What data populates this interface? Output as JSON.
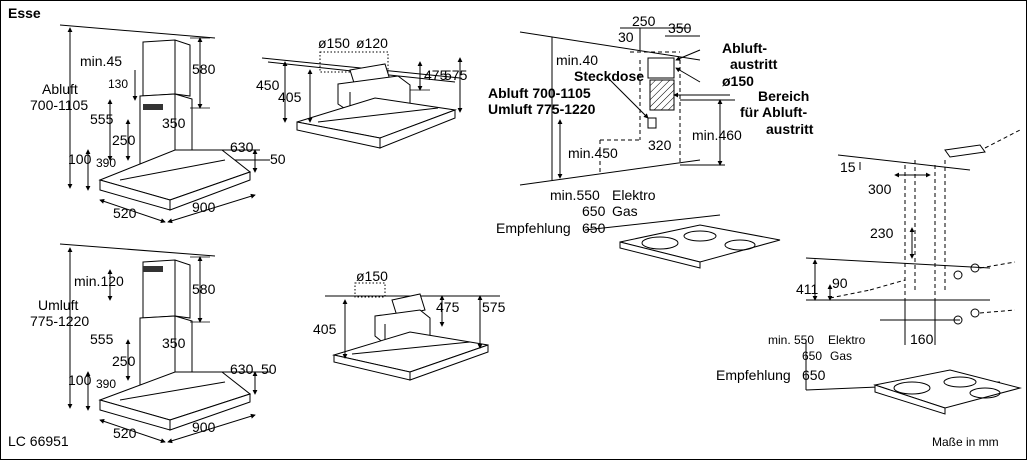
{
  "header": {
    "title": "Esse",
    "model": "LC  66951",
    "units": "Maße in mm"
  },
  "top_left": {
    "min45": "min.45",
    "abluft": "Abluft",
    "range": "700-1105",
    "d580": "580",
    "d130": "130",
    "d555": "555",
    "d250": "250",
    "d350": "350",
    "d100": "100",
    "d390": "390",
    "d630": "630",
    "d50": "50",
    "d520": "520",
    "d900": "900"
  },
  "bottom_left": {
    "min120": "min.120",
    "umluft": "Umluft",
    "range": "775-1220",
    "d580": "580",
    "d555": "555",
    "d250": "250",
    "d350": "350",
    "d100": "100",
    "d390": "390",
    "d630": "630",
    "d50": "50",
    "d520": "520",
    "d900": "900"
  },
  "top_mid": {
    "d150": "ø150",
    "d120": "ø120",
    "d450": "450",
    "d405": "405",
    "d475": "475",
    "d575": "575"
  },
  "bottom_mid": {
    "d150": "ø150",
    "d405": "405",
    "d475": "475",
    "d575": "575"
  },
  "top_right": {
    "d250": "250",
    "d30": "30",
    "d350": "350",
    "min40": "min.40",
    "abluftaustritt1": "Abluft-",
    "abluftaustritt2": "austritt",
    "steckdose": "Steckdose",
    "d150": "ø150",
    "abluft_range": "Abluft 700-1105",
    "umluft_range": "Umluft 775-1220",
    "bereich1": "Bereich",
    "bereich2": "für Abluft-",
    "bereich3": "austritt",
    "min460": "min.460",
    "min450": "min.450",
    "d320": "320",
    "min550": "min.550",
    "elektro": "Elektro",
    "gas650": "650",
    "gas": "Gas",
    "empfehlung": "Empfehlung",
    "emp650": "650"
  },
  "bottom_right": {
    "d15": "15",
    "d300": "300",
    "d230": "230",
    "d411": "411",
    "d90": "90",
    "min550": "min. 550",
    "elektro": "Elektro",
    "gas650": "650",
    "gas": "Gas",
    "d160": "160",
    "empfehlung": "Empfehlung",
    "emp650": "650"
  }
}
